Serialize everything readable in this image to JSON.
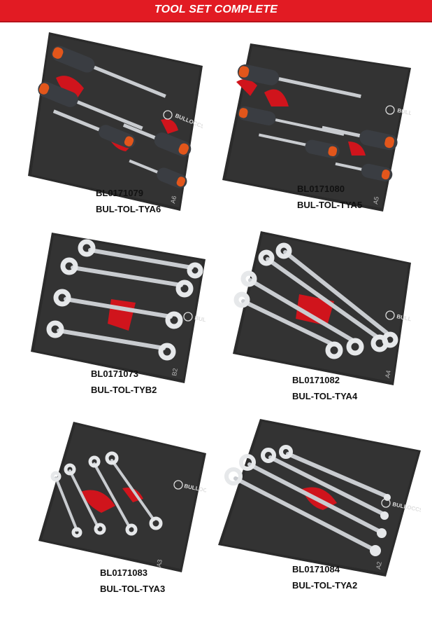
{
  "header": {
    "title": "TOOL SET COMPLETE"
  },
  "products": [
    {
      "code": "BL0171079",
      "model": "BUL-TOL-TYA6",
      "tray_tag": "A6"
    },
    {
      "code": "BL0171080",
      "model": "BUL-TOL-TYA5",
      "tray_tag": "A5"
    },
    {
      "code": "BL0171073",
      "model": "BUL-TOL-TYB2",
      "tray_tag": "B2"
    },
    {
      "code": "BL0171082",
      "model": "BUL-TOL-TYA4",
      "tray_tag": "A4"
    },
    {
      "code": "BL0171083",
      "model": "BUL-TOL-TYA3",
      "tray_tag": "A3"
    },
    {
      "code": "BL0171084",
      "model": "BUL-TOL-TYA2",
      "tray_tag": "A2"
    }
  ],
  "brand": {
    "logo_text": "BULLOCCS"
  },
  "colors": {
    "header": "#e21b23",
    "tray": "#2b2b2b",
    "accent": "#d0141c",
    "steel": "#c9ccd0",
    "handle": "#3a3d42",
    "handle_accent": "#e2561b"
  }
}
